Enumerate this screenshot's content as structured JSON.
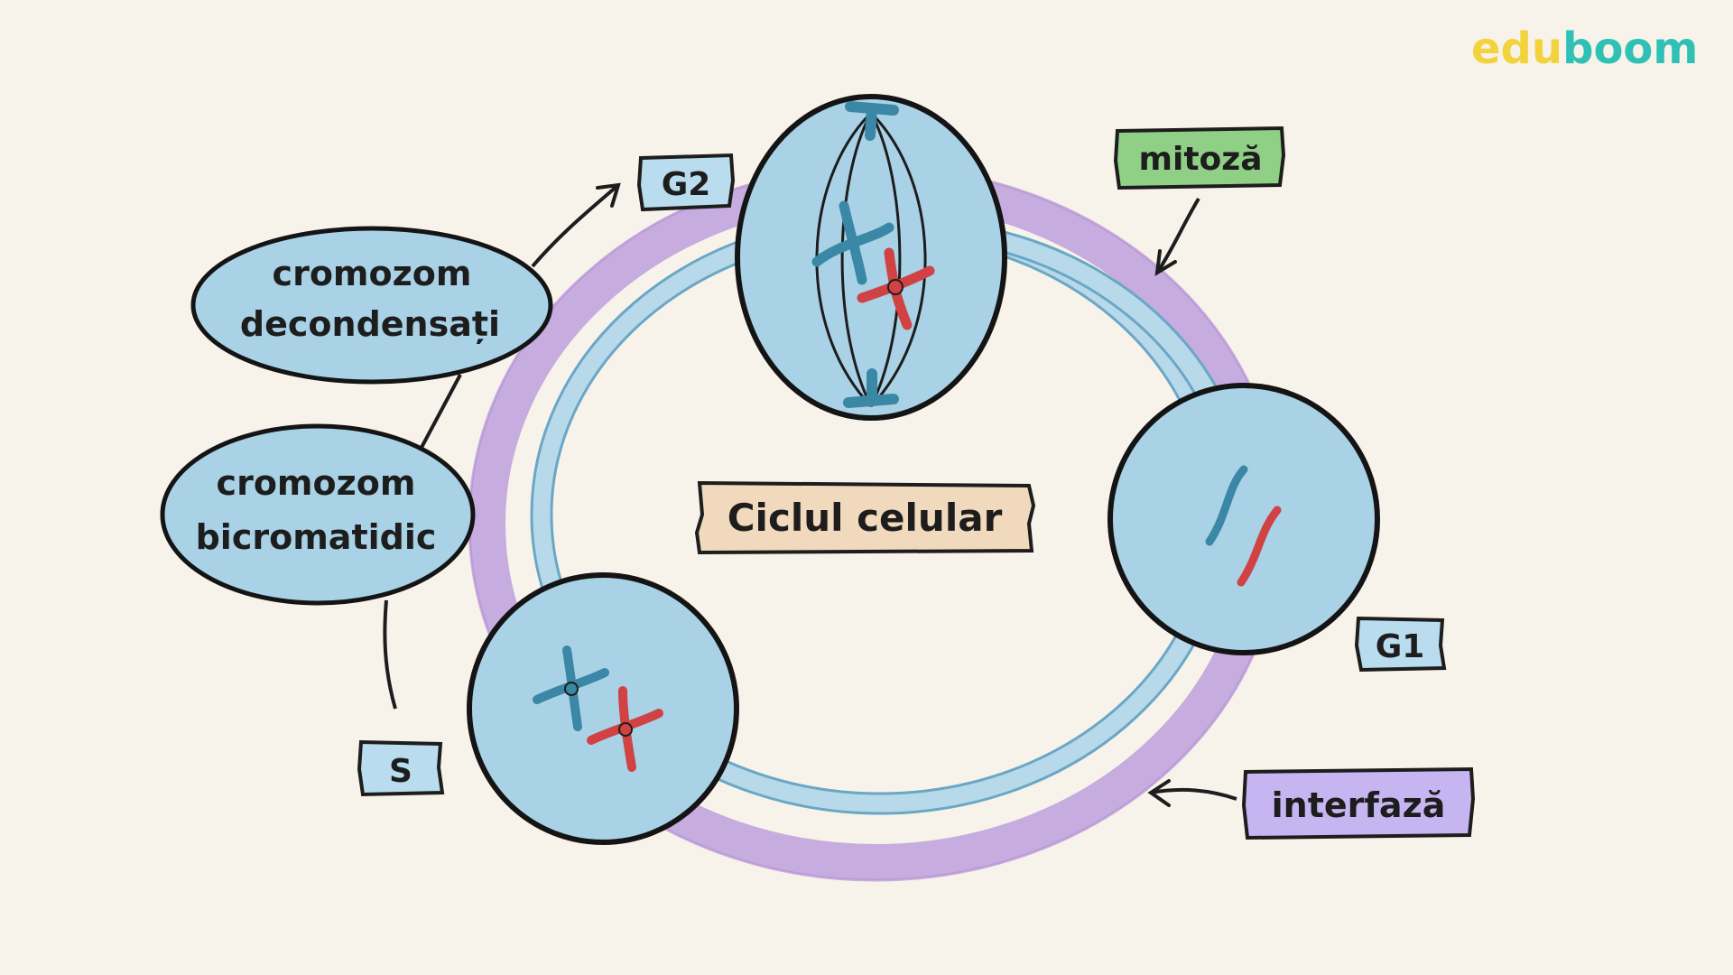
{
  "brand": {
    "part1": "edu",
    "part2": "boom",
    "color1": "#f2d33b",
    "color2": "#2fc1b5"
  },
  "diagram": {
    "center_label": "Ciclul celular",
    "phases": {
      "g1": "G1",
      "s": "S",
      "g2": "G2"
    },
    "tags": {
      "mitosis": "mitoză",
      "interphase": "interfază"
    },
    "bubbles": {
      "decondensed": [
        "cromozom",
        "decondensați"
      ],
      "bichromatid": [
        "cromozom",
        "bicromatidic"
      ]
    }
  },
  "colors": {
    "cell_fill": "#a9d2e6",
    "ring_blue": "#b8d9ea",
    "ring_purple": "#c6acdf",
    "chromosome_blue": "#3b87a6",
    "chromosome_red": "#d04243",
    "tag_green": "#8fcf86",
    "tag_purple": "#c7b5f1",
    "tag_blue": "#b9dcee",
    "title_tag": "#f1d9bd"
  }
}
